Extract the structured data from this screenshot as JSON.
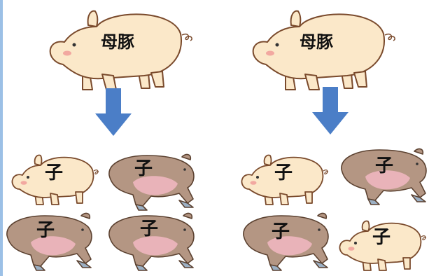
{
  "mother_label": "母豚",
  "child_label": "子",
  "colors": {
    "light_pig_body": "#fbe8c9",
    "light_pig_outline": "#7a4a2c",
    "dark_pig_body": "#b49683",
    "dark_pig_belly": "#e9b3b9",
    "dark_pig_outline": "#5b4130",
    "arrow": "#4b7ec7",
    "side_bar": "#9cc0e6"
  },
  "left_group": {
    "mother": {
      "label": "母豚",
      "icon": "standing-pig-icon"
    },
    "children": [
      {
        "label": "子",
        "type": "standing",
        "icon": "standing-piglet-icon"
      },
      {
        "label": "子",
        "type": "lying",
        "icon": "lying-piglet-icon"
      },
      {
        "label": "子",
        "type": "lying",
        "icon": "lying-piglet-icon"
      },
      {
        "label": "子",
        "type": "lying",
        "icon": "lying-piglet-icon"
      }
    ]
  },
  "right_group": {
    "mother": {
      "label": "母豚",
      "icon": "standing-pig-icon"
    },
    "children": [
      {
        "label": "子",
        "type": "standing",
        "icon": "standing-piglet-icon"
      },
      {
        "label": "子",
        "type": "lying",
        "icon": "lying-piglet-icon"
      },
      {
        "label": "子",
        "type": "lying",
        "icon": "lying-piglet-icon"
      },
      {
        "label": "子",
        "type": "standing",
        "icon": "standing-piglet-icon"
      }
    ]
  }
}
